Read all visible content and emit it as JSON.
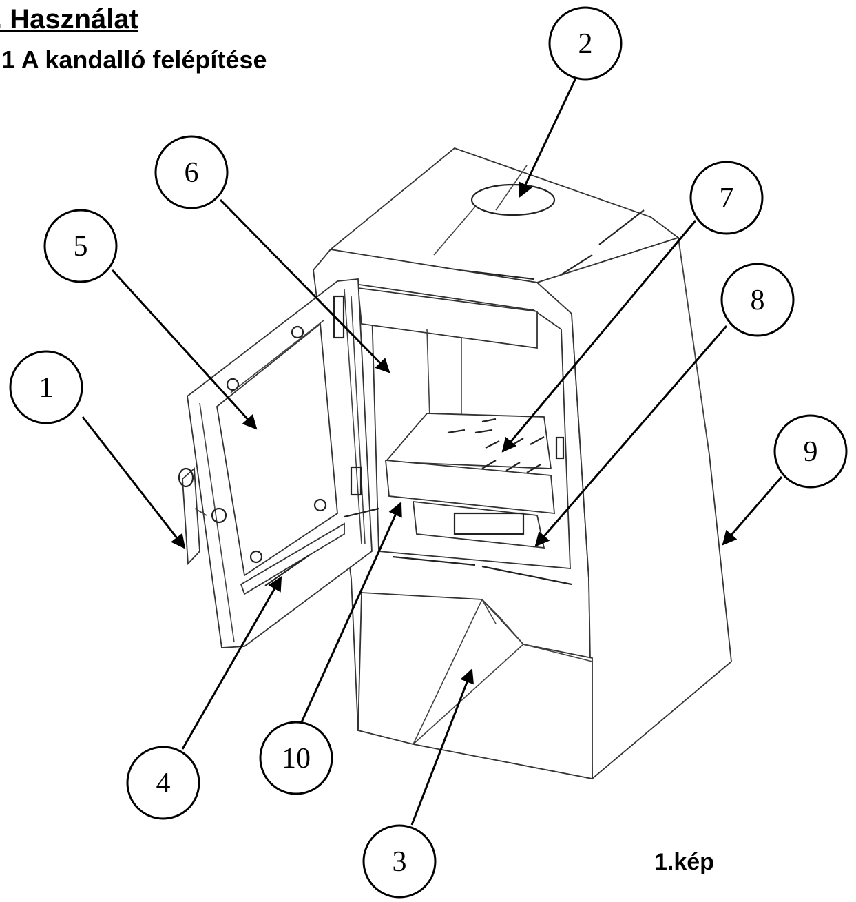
{
  "heading": {
    "section": ". Használat",
    "subsection": ".1 A kandalló felépítése"
  },
  "figure_caption": "1.kép",
  "callouts": [
    {
      "id": "callout-1",
      "number": "1"
    },
    {
      "id": "callout-2",
      "number": "2"
    },
    {
      "id": "callout-3",
      "number": "3"
    },
    {
      "id": "callout-4",
      "number": "4"
    },
    {
      "id": "callout-5",
      "number": "5"
    },
    {
      "id": "callout-6",
      "number": "6"
    },
    {
      "id": "callout-7",
      "number": "7"
    },
    {
      "id": "callout-8",
      "number": "8"
    },
    {
      "id": "callout-9",
      "number": "9"
    },
    {
      "id": "callout-10",
      "number": "10"
    }
  ],
  "colors": {
    "line": "#000000",
    "drawing": "#333333",
    "background": "#ffffff"
  }
}
